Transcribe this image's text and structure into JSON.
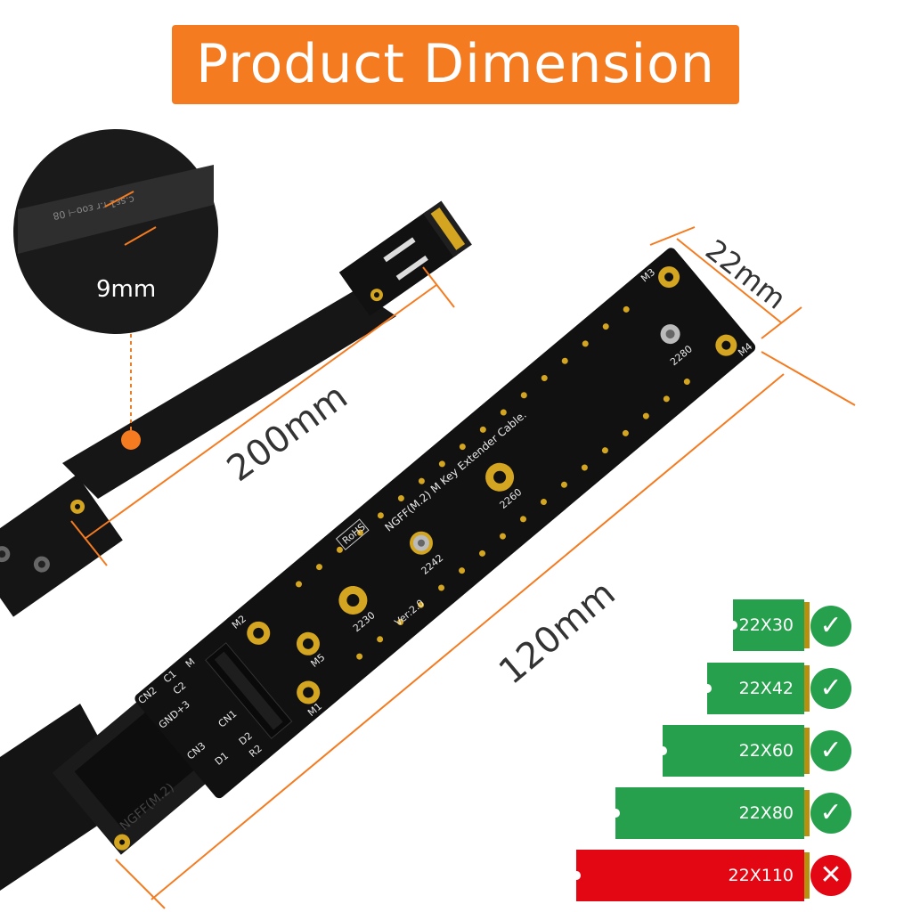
{
  "title": "Product Dimension",
  "inset": {
    "label": "9mm",
    "cable_print": "c.sɛ1 r.r   ɛoo⊣ 08"
  },
  "dimensions": {
    "cable_length": "200mm",
    "board_width": "22mm",
    "board_length": "120mm"
  },
  "board": {
    "name": "NGFF(M.2) M Key Extender Cable.",
    "version": "Ver:2.0",
    "rohs": "RoHS",
    "labels": {
      "m1": "M1",
      "m2": "M2",
      "m3": "M3",
      "m4": "M4",
      "m5": "M5",
      "s2230": "2230",
      "s2242": "2242",
      "s2260": "2260",
      "s2280": "2280",
      "cn1": "CN1",
      "cn2": "CN2",
      "cn3": "CN3",
      "c1": "C1",
      "c2": "C2",
      "gnd": "GND+3",
      "d1": "D1",
      "d2": "D2",
      "r2": "R2",
      "key": "M",
      "cable_brand": "NGFF(M.2)"
    }
  },
  "compatibility": [
    {
      "size": "22X30",
      "supported": true
    },
    {
      "size": "22X42",
      "supported": true
    },
    {
      "size": "22X60",
      "supported": true
    },
    {
      "size": "22X80",
      "supported": true
    },
    {
      "size": "22X110",
      "supported": false
    }
  ],
  "colors": {
    "accent": "#f47b20",
    "supported": "#26a04d",
    "unsupported": "#e30613",
    "board": "#111111",
    "gold": "#d4a520"
  }
}
